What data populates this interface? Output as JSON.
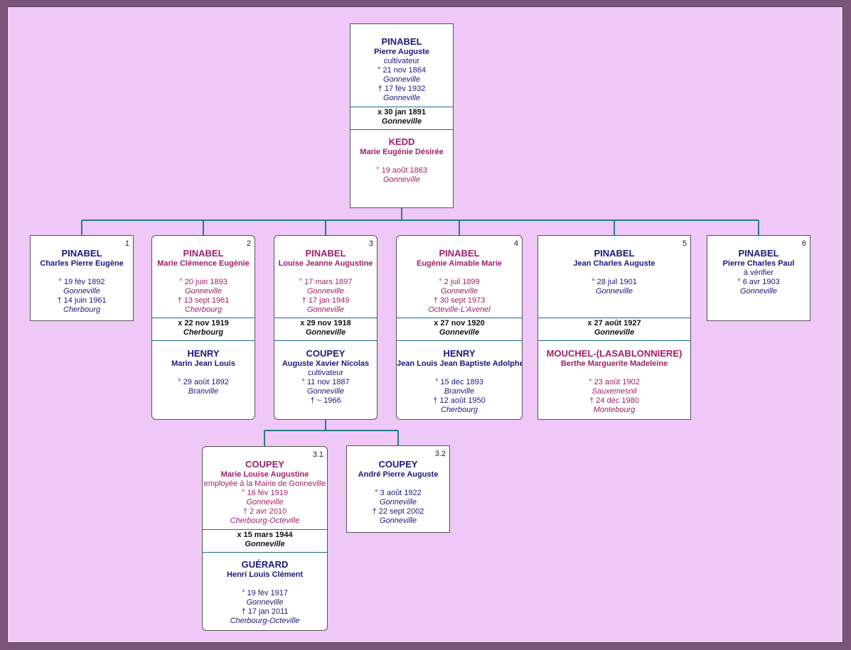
{
  "colors": {
    "male": "#1a1a7a",
    "female": "#a0206a",
    "connector": "#1e7f7f",
    "background": "#f0c8f8"
  },
  "root": {
    "husband": {
      "surname": "PINABEL",
      "given": "Pierre Auguste",
      "occupation": "cultivateur",
      "birth": "° 21 nov 1864",
      "birth_place": "Gonneville",
      "death": "† 17 fév 1932",
      "death_place": "Gonneville"
    },
    "marriage": {
      "date": "x 30 jan 1891",
      "place": "Gonneville"
    },
    "wife": {
      "surname": "KEDD",
      "given": "Marie Eugénie Désirée",
      "birth": "° 19 août 1863",
      "birth_place": "Gonneville"
    }
  },
  "children": [
    {
      "num": "1",
      "person": {
        "surname": "PINABEL",
        "given": "Charles Pierre Eugène",
        "birth": "° 19 fév 1892",
        "birth_place": "Gonneville",
        "death": "† 14 juin 1961",
        "death_place": "Cherbourg"
      }
    },
    {
      "num": "2",
      "person": {
        "surname": "PINABEL",
        "given": "Marie Clémence Eugénie",
        "birth": "° 20 juin 1893",
        "birth_place": "Gonneville",
        "death": "† 13 sept 1961",
        "death_place": "Cherbourg"
      },
      "marriage": {
        "date": "x 22 nov 1919",
        "place": "Cherbourg"
      },
      "spouse": {
        "surname": "HENRY",
        "given": "Marin Jean Louis",
        "birth": "° 29 août 1892",
        "birth_place": "Branville"
      }
    },
    {
      "num": "3",
      "person": {
        "surname": "PINABEL",
        "given": "Louise Jeanne Augustine",
        "birth": "° 17 mars 1897",
        "birth_place": "Gonneville",
        "death": "† 17 jan 1949",
        "death_place": "Gonneville"
      },
      "marriage": {
        "date": "x 29 nov 1918",
        "place": "Gonneville"
      },
      "spouse": {
        "surname": "COUPEY",
        "given": "Auguste Xavier Nicolas",
        "occupation": "cultivateur",
        "birth": "° 11 nov 1887",
        "birth_place": "Gonneville",
        "death": "† ~ 1966"
      }
    },
    {
      "num": "4",
      "person": {
        "surname": "PINABEL",
        "given": "Eugénie Aimable Marie",
        "birth": "° 2 juil 1899",
        "birth_place": "Gonneville",
        "death": "† 30 sept 1973",
        "death_place": "Octeville-L'Avenel"
      },
      "marriage": {
        "date": "x 27 nov 1920",
        "place": "Gonneville"
      },
      "spouse": {
        "surname": "HENRY",
        "given": "Jean Louis Jean Baptiste Adolphe",
        "birth": "° 15 déc 1893",
        "birth_place": "Branville",
        "death": "† 12 août 1950",
        "death_place": "Cherbourg"
      }
    },
    {
      "num": "5",
      "person": {
        "surname": "PINABEL",
        "given": "Jean Charles Auguste",
        "birth": "° 28 juil 1901",
        "birth_place": "Gonneville"
      },
      "marriage": {
        "date": "x 27 août 1927",
        "place": "Gonneville"
      },
      "spouse": {
        "surname": "MOUCHEL-(LASABLONNIERE)",
        "given": "Berthe Marguerite Madeleine",
        "birth": "° 23 août 1902",
        "birth_place": "Sauxemesnil",
        "death": "† 24 déc 1980",
        "death_place": "Montebourg"
      }
    },
    {
      "num": "6",
      "person": {
        "surname": "PINABEL",
        "given": "Pierre Charles Paul",
        "occupation": "à vérifier",
        "birth": "° 6 avr 1903",
        "birth_place": "Gonneville"
      }
    }
  ],
  "grandchildren": [
    {
      "num": "3.1",
      "person": {
        "surname": "COUPEY",
        "given": "Marie Louise Augustine",
        "occupation": "employée à la Mairie de Gonneville",
        "birth": "° 16 fév 1919",
        "birth_place": "Gonneville",
        "death": "† 2 avr 2010",
        "death_place": "Cherbourg-Octeville"
      },
      "marriage": {
        "date": "x 15 mars 1944",
        "place": "Gonneville"
      },
      "spouse": {
        "surname": "GUÉRARD",
        "given": "Henri Louis Clément",
        "birth": "° 19 fév 1917",
        "birth_place": "Gonneville",
        "death": "† 17 jan 2011",
        "death_place": "Cherbourg-Octeville"
      }
    },
    {
      "num": "3.2",
      "person": {
        "surname": "COUPEY",
        "given": "André Pierre Auguste",
        "birth": "° 3 août 1922",
        "birth_place": "Gonneville",
        "death": "† 22 sept 2002",
        "death_place": "Gonneville"
      }
    }
  ]
}
